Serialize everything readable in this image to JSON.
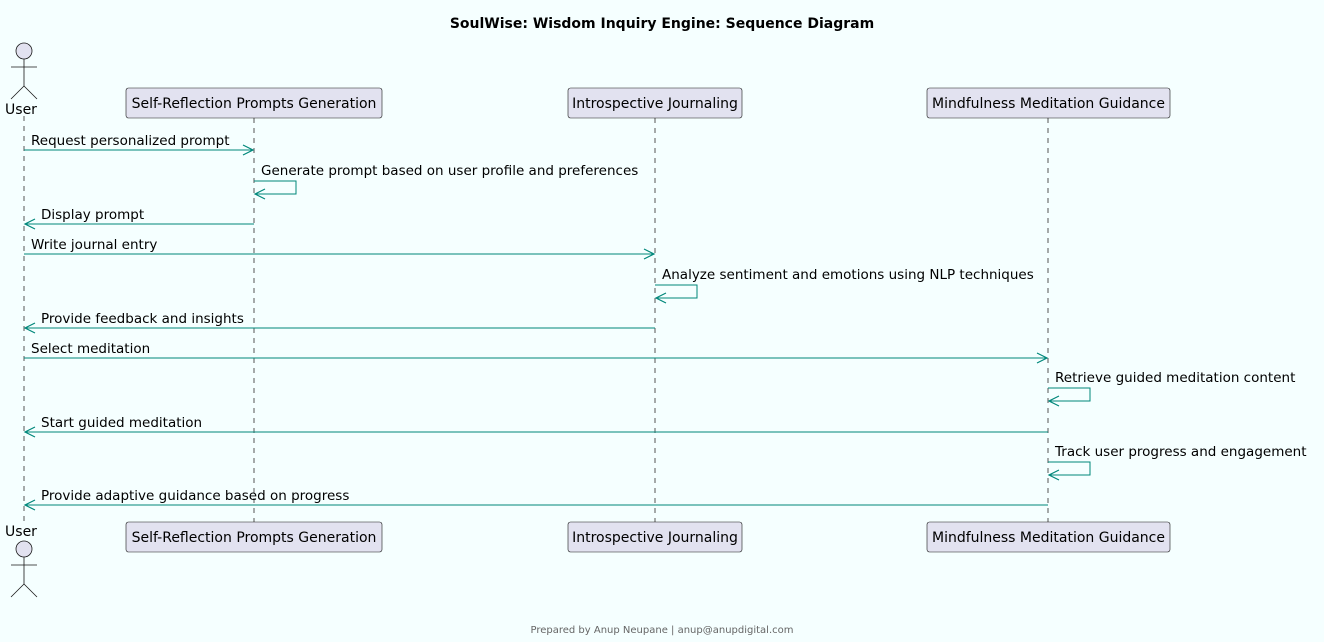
{
  "title": "SoulWise: Wisdom Inquiry Engine: Sequence Diagram",
  "footer": "Prepared by Anup Neupane | anup@anupdigital.com",
  "colors": {
    "background": "#F5FFFF",
    "participant_fill": "#E2E2F0",
    "arrow": "#00877A"
  },
  "participants": [
    {
      "id": "user",
      "kind": "actor",
      "label": "User"
    },
    {
      "id": "prompts",
      "kind": "box",
      "label": "Self-Reflection Prompts Generation"
    },
    {
      "id": "journal",
      "kind": "box",
      "label": "Introspective Journaling"
    },
    {
      "id": "meditation",
      "kind": "box",
      "label": "Mindfulness Meditation Guidance"
    }
  ],
  "messages": [
    {
      "from": "user",
      "to": "prompts",
      "label": "Request personalized prompt"
    },
    {
      "from": "prompts",
      "to": "prompts",
      "label": "Generate prompt based on user profile and preferences"
    },
    {
      "from": "prompts",
      "to": "user",
      "label": "Display prompt"
    },
    {
      "from": "user",
      "to": "journal",
      "label": "Write journal entry"
    },
    {
      "from": "journal",
      "to": "journal",
      "label": "Analyze sentiment and emotions using NLP techniques"
    },
    {
      "from": "journal",
      "to": "user",
      "label": "Provide feedback and insights"
    },
    {
      "from": "user",
      "to": "meditation",
      "label": "Select meditation"
    },
    {
      "from": "meditation",
      "to": "meditation",
      "label": "Retrieve guided meditation content"
    },
    {
      "from": "meditation",
      "to": "user",
      "label": "Start guided meditation"
    },
    {
      "from": "meditation",
      "to": "meditation",
      "label": "Track user progress and engagement"
    },
    {
      "from": "meditation",
      "to": "user",
      "label": "Provide adaptive guidance based on progress"
    }
  ]
}
